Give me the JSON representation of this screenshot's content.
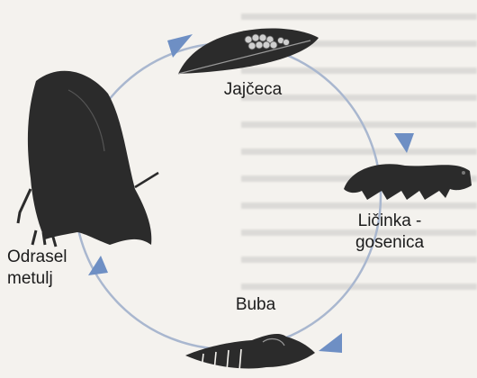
{
  "diagram": {
    "stages": [
      {
        "id": "egg",
        "label": "Jajčeca"
      },
      {
        "id": "larva",
        "label": "Ličinka -\ngosenica"
      },
      {
        "id": "pupa",
        "label": "Buba"
      },
      {
        "id": "adult",
        "label": "Odrasel\nmetulj"
      }
    ],
    "colors": {
      "cycle_line": "#a9b7cf",
      "arrow": "#6e8fc4",
      "silhouette": "#2b2b2b",
      "egg": "#cfcfcf"
    }
  }
}
